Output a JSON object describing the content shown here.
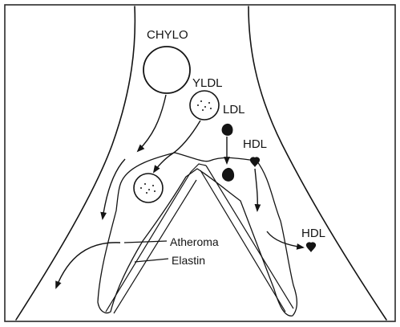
{
  "labels": {
    "chylo": "CHYLO",
    "yldl": "YLDL",
    "ldl": "LDL",
    "hdl_top": "HDL",
    "hdl_right": "HDL",
    "atheroma": "Atheroma",
    "elastin": "Elastin"
  },
  "colors": {
    "ink": "#141414",
    "background": "#ffffff",
    "frame": "#2a2a2a"
  }
}
